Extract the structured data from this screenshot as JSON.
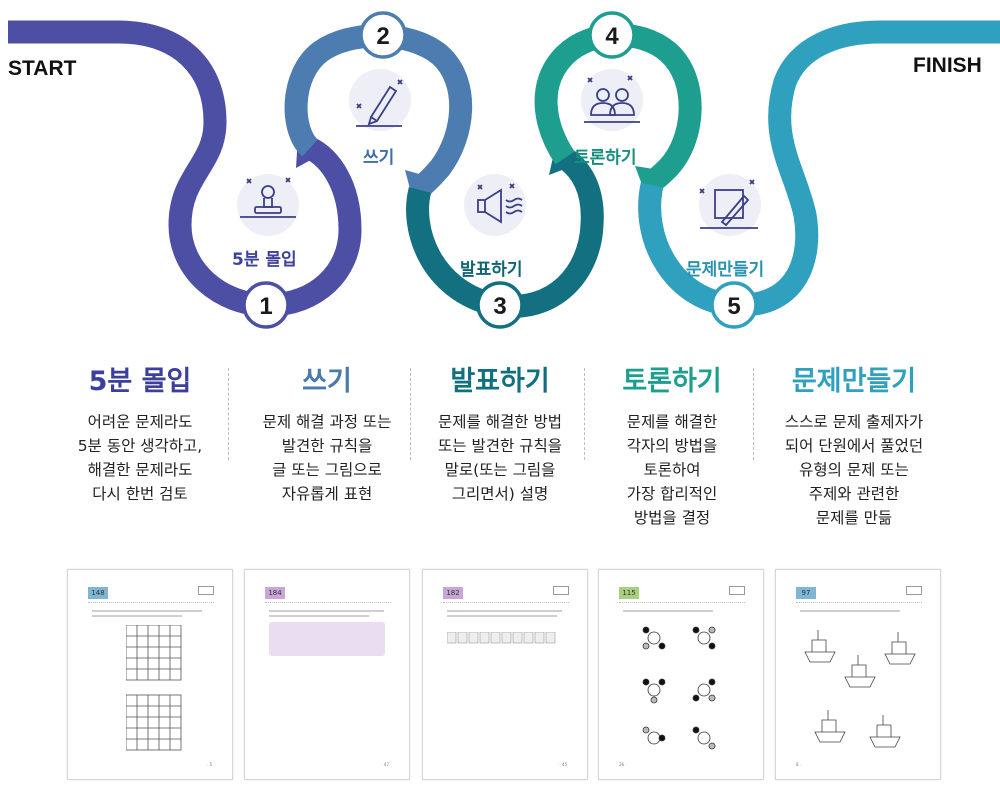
{
  "start_label": "START",
  "finish_label": "FINISH",
  "colors": {
    "step1": "#4C4FA4",
    "step2": "#4D7DB0",
    "step3": "#127080",
    "step4": "#1E9E8E",
    "step5": "#2FA0BE",
    "icon_circle": "#EEEEF6",
    "icon_line": "#3B3F87"
  },
  "flow_steps": [
    {
      "number": "1",
      "label": "5분 몰입",
      "icon": "stamp-icon"
    },
    {
      "number": "2",
      "label": "쓰기",
      "icon": "pencil-icon"
    },
    {
      "number": "3",
      "label": "발표하기",
      "icon": "megaphone-icon"
    },
    {
      "number": "4",
      "label": "토론하기",
      "icon": "people-icon"
    },
    {
      "number": "5",
      "label": "문제만들기",
      "icon": "draw-frame-icon"
    }
  ],
  "columns": [
    {
      "title": "5분 몰입",
      "desc": "어려운 문제라도\n5분 동안 생각하고,\n해결한 문제라도\n다시 한번 검토"
    },
    {
      "title": "쓰기",
      "desc": "문제 해결 과정 또는\n발견한 규칙을\n글  또는 그림으로\n자유롭게 표현"
    },
    {
      "title": "발표하기",
      "desc": "문제를 해결한 방법\n또는 발견한 규칙을\n말로(또는 그림을\n그리면서) 설명"
    },
    {
      "title": "토론하기",
      "desc": "문제를 해결한\n각자의 방법을\n토론하여\n가장 합리적인\n방법을 결정"
    },
    {
      "title": "문제만들기",
      "desc": "스스로 문제 출제자가\n되어 단원에서 풀었던\n유형의 문제 또는\n주제와 관련한\n문제를 만듦"
    }
  ],
  "pages": [
    {
      "badge": "148",
      "badge_color": "#7FB6D6"
    },
    {
      "badge": "184",
      "badge_color": "#C9A6D8"
    },
    {
      "badge": "182",
      "badge_color": "#C9A6D8"
    },
    {
      "badge": "115",
      "badge_color": "#A8D07E"
    },
    {
      "badge": "97",
      "badge_color": "#7FB6D6"
    }
  ]
}
